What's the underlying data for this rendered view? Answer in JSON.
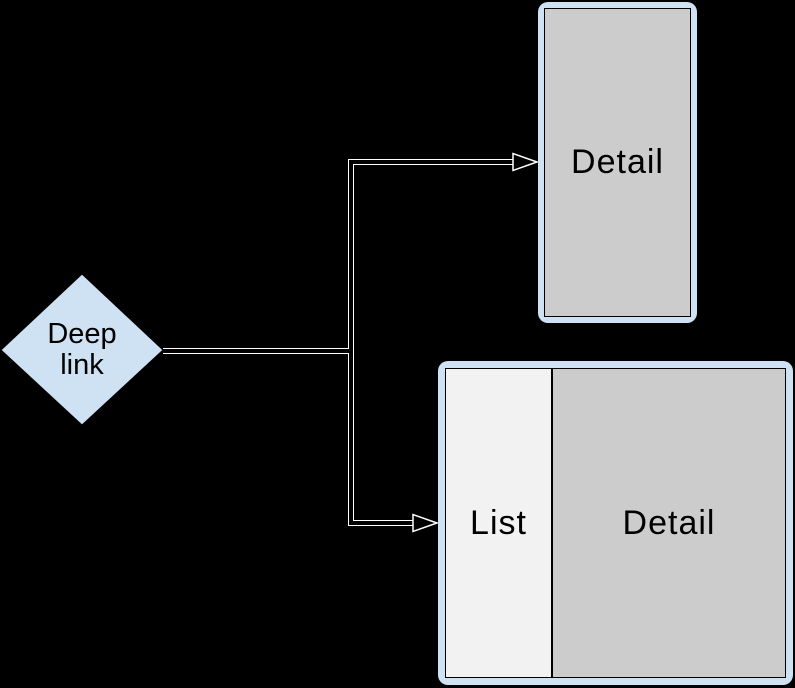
{
  "colors": {
    "bg": "#000000",
    "blue": "#cfe2f3",
    "gray": "#cccccc",
    "light": "#f2f2f2",
    "ink": "#000000",
    "line": "#ffffff"
  },
  "diamond": {
    "label": "Deep link"
  },
  "screens": {
    "detail_only": {
      "label": "Detail"
    },
    "list_detail": {
      "list_label": "List",
      "detail_label": "Detail"
    }
  }
}
